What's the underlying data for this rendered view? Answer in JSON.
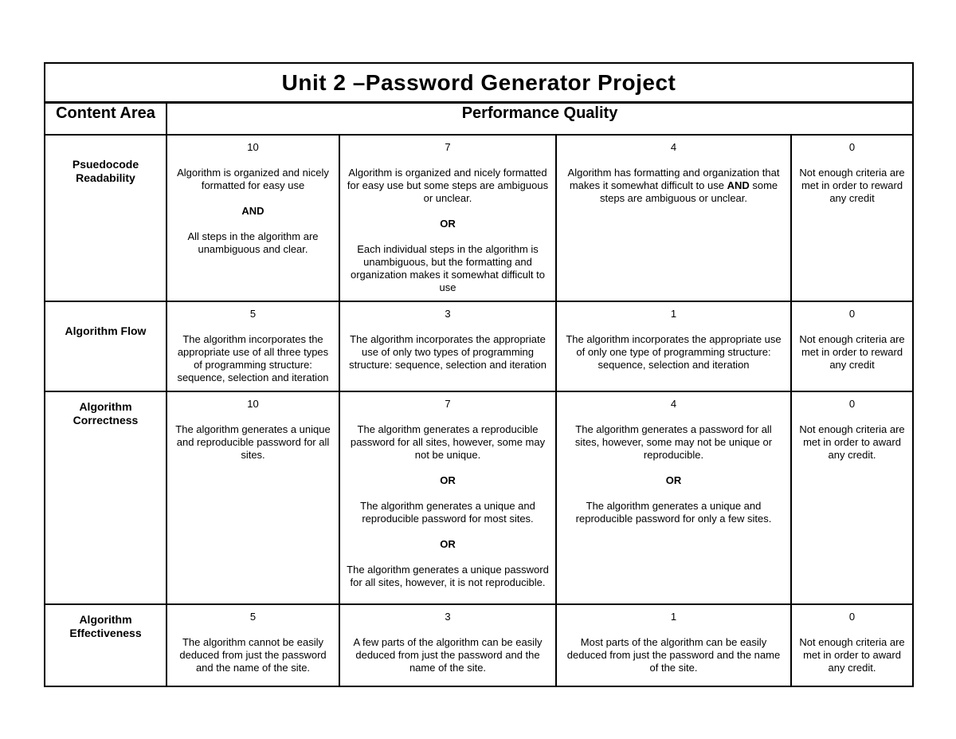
{
  "colors": {
    "background": "#ffffff",
    "border": "#000000",
    "text": "#000000"
  },
  "table": {
    "title": "Unit 2 –Password Generator Project",
    "header": {
      "content_area": "Content Area",
      "performance_quality": "Performance Quality"
    },
    "rows": [
      {
        "label": "Psuedocode Readability",
        "cells": [
          {
            "score": "10",
            "paragraphs": [
              [
                {
                  "t": "Algorithm is organized and nicely formatted for easy use",
                  "b": false
                }
              ],
              [
                {
                  "t": "AND",
                  "b": true
                }
              ],
              [
                {
                  "t": "All steps in the algorithm are unambiguous and clear.",
                  "b": false
                }
              ]
            ]
          },
          {
            "score": "7",
            "paragraphs": [
              [
                {
                  "t": "Algorithm is organized and nicely formatted for easy use but some steps are ambiguous or unclear.",
                  "b": false
                }
              ],
              [
                {
                  "t": "OR",
                  "b": true
                }
              ],
              [
                {
                  "t": "Each individual steps in the algorithm is unambiguous, but the formatting and organization makes it somewhat difficult to use",
                  "b": false
                }
              ]
            ]
          },
          {
            "score": "4",
            "paragraphs": [
              [
                {
                  "t": "Algorithm has formatting and organization that makes it somewhat difficult to use ",
                  "b": false
                },
                {
                  "t": "AND",
                  "b": true
                },
                {
                  "t": " some steps are ambiguous or unclear.",
                  "b": false
                }
              ]
            ]
          },
          {
            "score": "0",
            "paragraphs": [
              [
                {
                  "t": "Not enough criteria are met in order to reward any credit",
                  "b": false
                }
              ]
            ]
          }
        ]
      },
      {
        "label": "Algorithm Flow",
        "cells": [
          {
            "score": "5",
            "paragraphs": [
              [
                {
                  "t": "The algorithm incorporates the appropriate use of all three types of programming structure: sequence, selection and iteration",
                  "b": false
                }
              ]
            ]
          },
          {
            "score": "3",
            "paragraphs": [
              [
                {
                  "t": "The algorithm incorporates the appropriate use of only two types of programming structure: sequence, selection and iteration",
                  "b": false
                }
              ]
            ]
          },
          {
            "score": "1",
            "paragraphs": [
              [
                {
                  "t": "The algorithm incorporates the appropriate use of only one type of programming structure: sequence, selection and iteration",
                  "b": false
                }
              ]
            ]
          },
          {
            "score": "0",
            "paragraphs": [
              [
                {
                  "t": "Not enough criteria are met in order to reward any credit",
                  "b": false
                }
              ]
            ]
          }
        ]
      },
      {
        "label": "Algorithm Correctness",
        "cells": [
          {
            "score": "10",
            "paragraphs": [
              [
                {
                  "t": "The algorithm generates a unique and reproducible password for all sites.",
                  "b": false
                }
              ]
            ]
          },
          {
            "score": "7",
            "paragraphs": [
              [
                {
                  "t": "The algorithm generates a reproducible password for all sites, however, some may not be unique.",
                  "b": false
                }
              ],
              [
                {
                  "t": "OR",
                  "b": true
                }
              ],
              [
                {
                  "t": "The algorithm generates a unique and reproducible password for most sites.",
                  "b": false
                }
              ],
              [
                {
                  "t": "OR",
                  "b": true
                }
              ],
              [
                {
                  "t": "The algorithm generates a unique password for all sites, however, it is not reproducible.",
                  "b": false
                }
              ]
            ]
          },
          {
            "score": "4",
            "paragraphs": [
              [
                {
                  "t": "The algorithm generates a password for all sites, however, some may not be unique or reproducible.",
                  "b": false
                }
              ],
              [
                {
                  "t": "OR",
                  "b": true
                }
              ],
              [
                {
                  "t": "The algorithm generates a unique and reproducible password for only a few sites.",
                  "b": false
                }
              ]
            ]
          },
          {
            "score": "0",
            "paragraphs": [
              [
                {
                  "t": "Not enough criteria are met in order to award any credit.",
                  "b": false
                }
              ]
            ]
          }
        ]
      },
      {
        "label": "Algorithm Effectiveness",
        "cells": [
          {
            "score": "5",
            "paragraphs": [
              [
                {
                  "t": "The algorithm cannot be easily deduced from just the password and the name of the site.",
                  "b": false
                }
              ]
            ]
          },
          {
            "score": "3",
            "paragraphs": [
              [
                {
                  "t": "A few parts of the algorithm can be easily deduced from just the password and the name of the site.",
                  "b": false
                }
              ]
            ]
          },
          {
            "score": "1",
            "paragraphs": [
              [
                {
                  "t": "Most parts of the algorithm can be easily deduced from just the password and the name of the site.",
                  "b": false
                }
              ]
            ]
          },
          {
            "score": "0",
            "paragraphs": [
              [
                {
                  "t": "Not enough criteria are met in order to award any credit.",
                  "b": false
                }
              ]
            ]
          }
        ]
      }
    ]
  }
}
